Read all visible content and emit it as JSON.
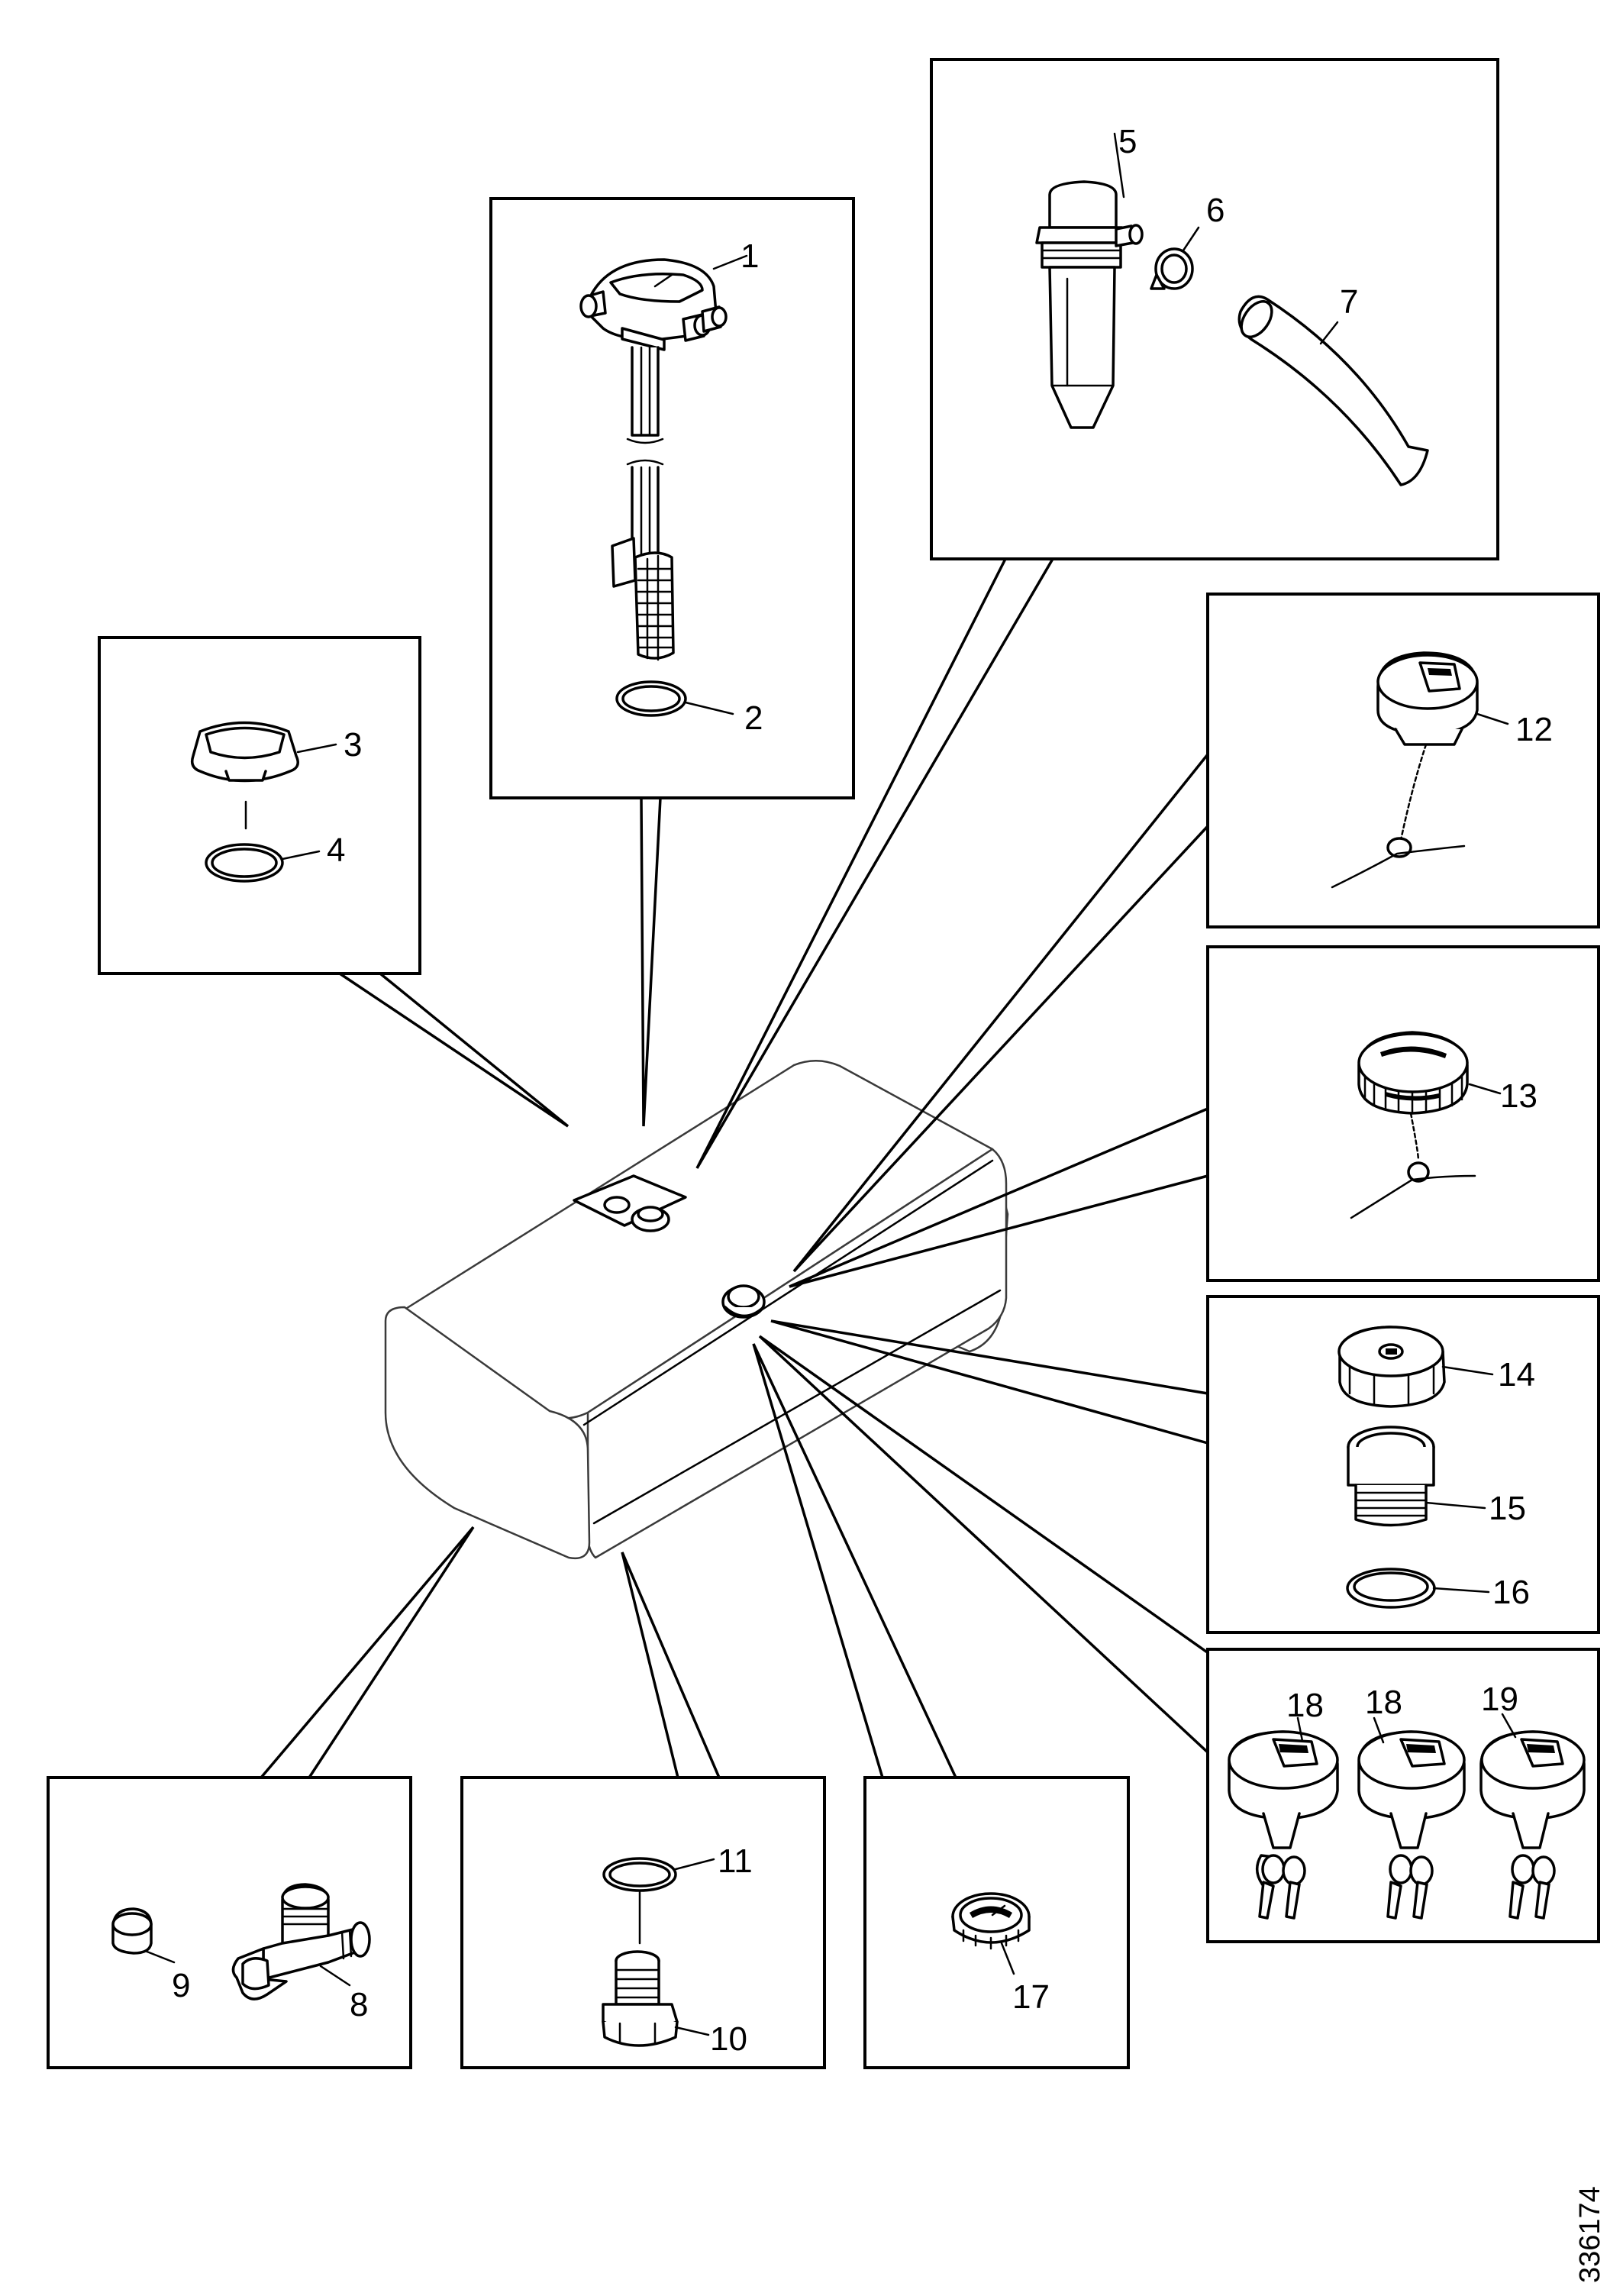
{
  "labels": {
    "l1": "1",
    "l2": "2",
    "l3": "3",
    "l4": "4",
    "l5": "5",
    "l6": "6",
    "l7": "7",
    "l8": "8",
    "l9": "9",
    "l10": "10",
    "l11": "11",
    "l12": "12",
    "l13": "13",
    "l14": "14",
    "l15": "15",
    "l16": "16",
    "l17": "17",
    "l18a": "18",
    "l18b": "18",
    "l19": "19"
  },
  "figure_code": "336174"
}
